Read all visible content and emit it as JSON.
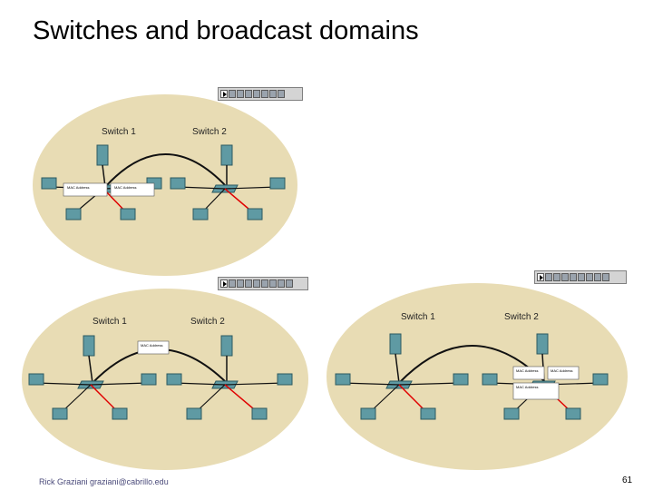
{
  "slide": {
    "title": "Switches and broadcast domains",
    "footer_left": "Rick Graziani  graziani@cabrillo.edu",
    "page_number": "61"
  },
  "diagrams": [
    {
      "switch1_label": "Switch 1",
      "switch2_label": "Switch 2",
      "panel_header": "MAC Address"
    },
    {
      "switch1_label": "Switch 1",
      "switch2_label": "Switch 2",
      "panel_header": "MAC Address"
    },
    {
      "switch1_label": "Switch 1",
      "switch2_label": "Switch 2",
      "panel_header": "MAC Address"
    }
  ],
  "colors": {
    "ellipse": "#e8dcb4",
    "device": "#5f9aa3",
    "link_black": "#111111",
    "link_red": "#e00000"
  }
}
